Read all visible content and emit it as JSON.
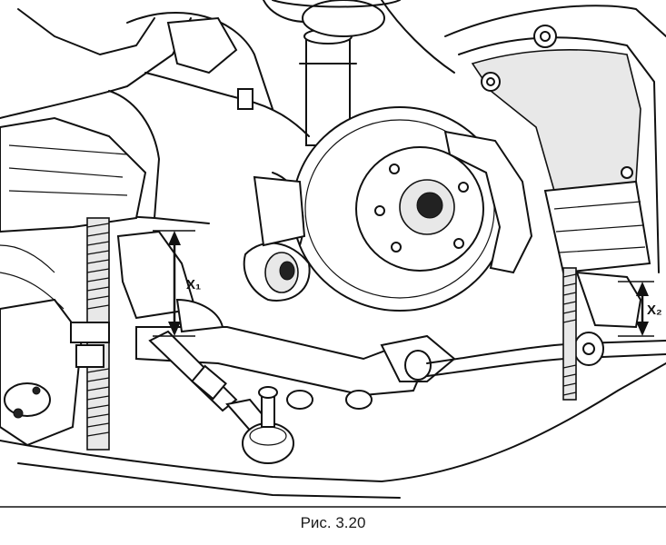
{
  "figure": {
    "label_x1": "X₁",
    "label_x2": "X₂"
  },
  "caption": "Рис. 3.20"
}
